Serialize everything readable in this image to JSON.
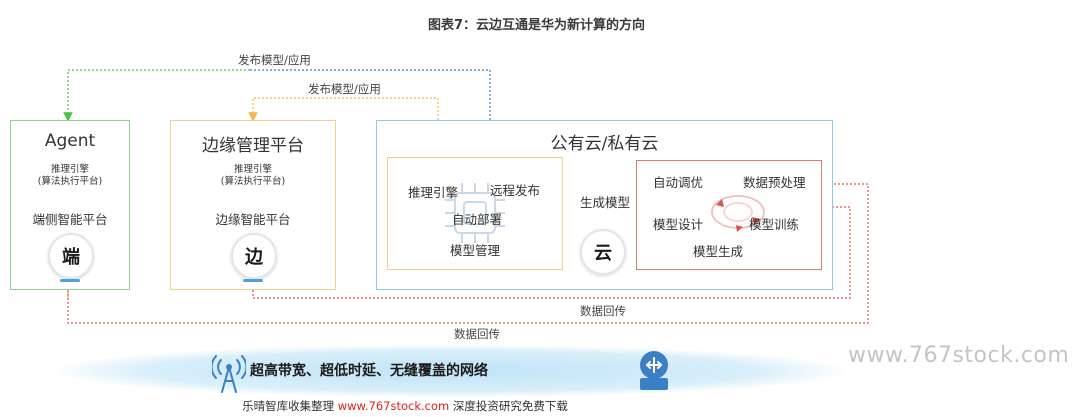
{
  "title": "图表7：云边互通是华为新计算的方向",
  "flows": {
    "deploy_to_agent": "发布模型/应用",
    "deploy_to_edge": "发布模型/应用",
    "data_return_upper": "数据回传",
    "data_return_lower": "数据回传"
  },
  "agent": {
    "title": "Agent",
    "engine_line1": "推理引擎",
    "engine_line2": "(算法执行平台)",
    "platform": "端侧智能平台",
    "badge": "端"
  },
  "edge": {
    "title": "边缘管理平台",
    "engine_line1": "推理引擎",
    "engine_line2": "(算法执行平台)",
    "platform": "边缘智能平台",
    "badge": "边"
  },
  "cloud": {
    "title": "公有云/私有云",
    "deploy_items": [
      "推理引擎",
      "远程发布",
      "自动部署",
      "模型管理"
    ],
    "generate_label": "生成模型",
    "badge": "云",
    "gen_items": [
      "自动调优",
      "数据预处理",
      "模型设计",
      "模型训练",
      "模型生成"
    ]
  },
  "network": "超高带宽、超低时延、无缝覆盖的网络",
  "watermark": "www.767stock.com",
  "footer": {
    "prefix": "乐晴智库收集整理 ",
    "url": "www.767stock.com",
    "suffix": " 深度投资研究免费下载"
  },
  "colors": {
    "green_line": "#4cbf4c",
    "orange_line": "#f2b64c",
    "blue_line": "#3b7fc4",
    "red_line": "#d9534f"
  }
}
